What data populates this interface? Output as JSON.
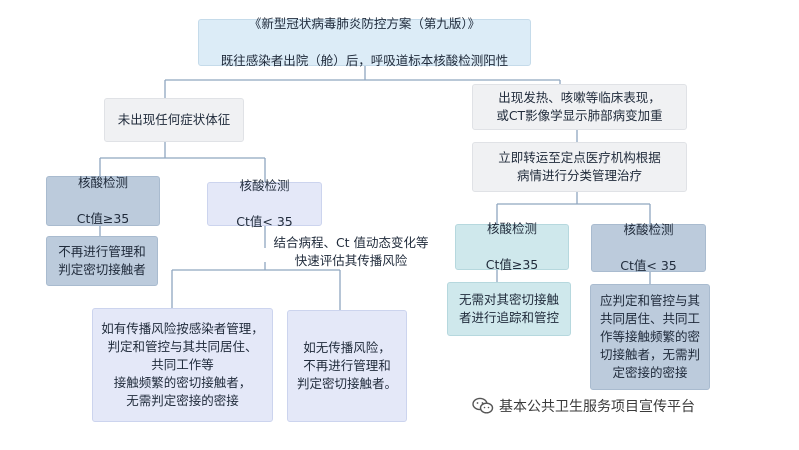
{
  "top_box": {
    "line1": "《新型冠状病毒肺炎防控方案（第九版）》",
    "line2": "既往感染者出院（舱）后，呼吸道标本核酸检测阳性"
  },
  "left_branch": {
    "label": "未出现任何症状体征",
    "ct_high": {
      "title": "核酸检测",
      "value": "Ct值≥35"
    },
    "ct_high_result": "不再进行管理和\n判定密切接触者",
    "ct_low": {
      "title": "核酸检测",
      "value": "Ct值< 35"
    },
    "assessment": "结合病程、Ct 值动态变化等\n快速评估其传播风险",
    "risk_yes": "如有传播风险按感染者管理，\n判定和管控与其共同居住、\n共同工作等\n接触频繁的密切接触者，\n无需判定密接的密接",
    "risk_no": "如无传播风险，\n不再进行管理和\n判定密切接触者。"
  },
  "right_branch": {
    "symptoms": "出现发热、咳嗽等临床表现，\n或CT影像学显示肺部病变加重",
    "transfer": "立即转运至定点医疗机构根据\n病情进行分类管理治疗",
    "ct_high": {
      "title": "核酸检测",
      "value": "Ct值≥35"
    },
    "ct_high_result": "无需对其密切接触\n者进行追踪和管控",
    "ct_low": {
      "title": "核酸检测",
      "value": "Ct值< 35"
    },
    "ct_low_result": "应判定和管控与其\n共同居住、共同工\n作等接触频繁的密\n切接触者，无需判\n定密接的密接"
  },
  "watermark": {
    "text": "基本公共卫生服务项目宣传平台",
    "icon": "wechat-icon"
  },
  "colors": {
    "line": "#8fa6bf",
    "top": "#dcecf7",
    "steel": "#bccbdc",
    "lavender": "#e4e8f8",
    "teal": "#cfe8ec",
    "grey": "#f0f1f3"
  }
}
